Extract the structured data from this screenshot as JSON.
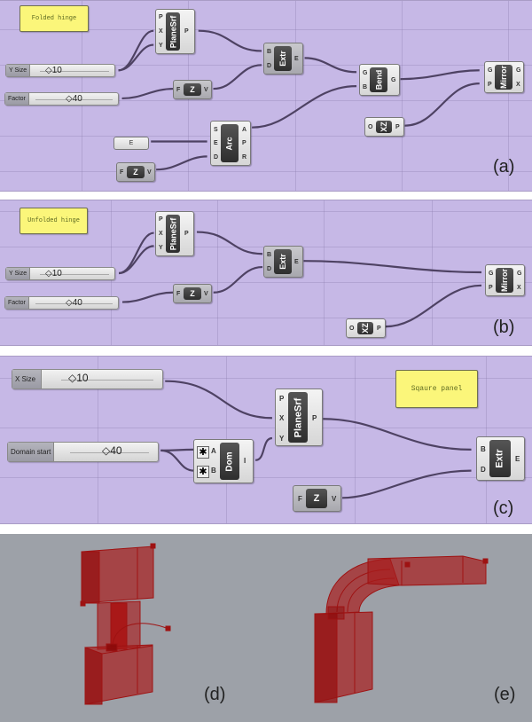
{
  "panels": {
    "a": {
      "caption": "(a)",
      "note": "Folded hinge",
      "sliders": [
        {
          "name": "Y Size",
          "value": "10"
        },
        {
          "name": "Factor",
          "value": "40"
        }
      ],
      "param_e": "E",
      "components": {
        "planesrf": {
          "title": "PlaneSrf",
          "inputs": [
            "P",
            "X",
            "Y"
          ],
          "outputs": [
            "P"
          ]
        },
        "extr": {
          "title": "Extr",
          "inputs": [
            "B",
            "D"
          ],
          "outputs": [
            "E"
          ]
        },
        "unitz1": {
          "title": "Z",
          "inputs": [
            "F"
          ],
          "outputs": [
            "V"
          ]
        },
        "arc": {
          "title": "Arc",
          "inputs": [
            "S",
            "E",
            "D"
          ],
          "outputs": [
            "A",
            "P",
            "R"
          ]
        },
        "unitz2": {
          "title": "Z",
          "inputs": [
            "F"
          ],
          "outputs": [
            "V"
          ]
        },
        "bend": {
          "title": "Bend",
          "inputs": [
            "G",
            "B"
          ],
          "outputs": [
            "G"
          ]
        },
        "xz": {
          "title": "XZ",
          "inputs": [
            "O"
          ],
          "outputs": [
            "P"
          ]
        },
        "mirror": {
          "title": "Mirror",
          "inputs": [
            "G",
            "P"
          ],
          "outputs": [
            "G",
            "X"
          ]
        }
      }
    },
    "b": {
      "caption": "(b)",
      "note": "Unfolded hinge",
      "sliders": [
        {
          "name": "Y Size",
          "value": "10"
        },
        {
          "name": "Factor",
          "value": "40"
        }
      ],
      "components": {
        "planesrf": {
          "title": "PlaneSrf",
          "inputs": [
            "P",
            "X",
            "Y"
          ],
          "outputs": [
            "P"
          ]
        },
        "extr": {
          "title": "Extr",
          "inputs": [
            "B",
            "D"
          ],
          "outputs": [
            "E"
          ]
        },
        "unitz": {
          "title": "Z",
          "inputs": [
            "F"
          ],
          "outputs": [
            "V"
          ]
        },
        "xz": {
          "title": "XZ",
          "inputs": [
            "O"
          ],
          "outputs": [
            "P"
          ]
        },
        "mirror": {
          "title": "Mirror",
          "inputs": [
            "G",
            "P"
          ],
          "outputs": [
            "G",
            "X"
          ]
        }
      }
    },
    "c": {
      "caption": "(c)",
      "note": "Sqaure panel",
      "sliders": [
        {
          "name": "X Size",
          "value": "10"
        },
        {
          "name": "Domain start",
          "value": "40"
        }
      ],
      "components": {
        "dom": {
          "title": "Dom",
          "inputs": [
            "A",
            "B"
          ],
          "outputs": [
            "I"
          ]
        },
        "planesrf": {
          "title": "PlaneSrf",
          "inputs": [
            "P",
            "X",
            "Y"
          ],
          "outputs": [
            "P"
          ]
        },
        "unitz": {
          "title": "Z",
          "inputs": [
            "F"
          ],
          "outputs": [
            "V"
          ]
        },
        "extr": {
          "title": "Extr",
          "inputs": [
            "B",
            "D"
          ],
          "outputs": [
            "E"
          ]
        }
      }
    },
    "d": {
      "caption": "(d)"
    },
    "e": {
      "caption": "(e)"
    }
  },
  "colors": {
    "canvas": "#c6b8e6",
    "wire": "#4e4263",
    "note": "#fbf67a",
    "model_red": "#a81c1c",
    "viewport": "#9da1a8"
  }
}
